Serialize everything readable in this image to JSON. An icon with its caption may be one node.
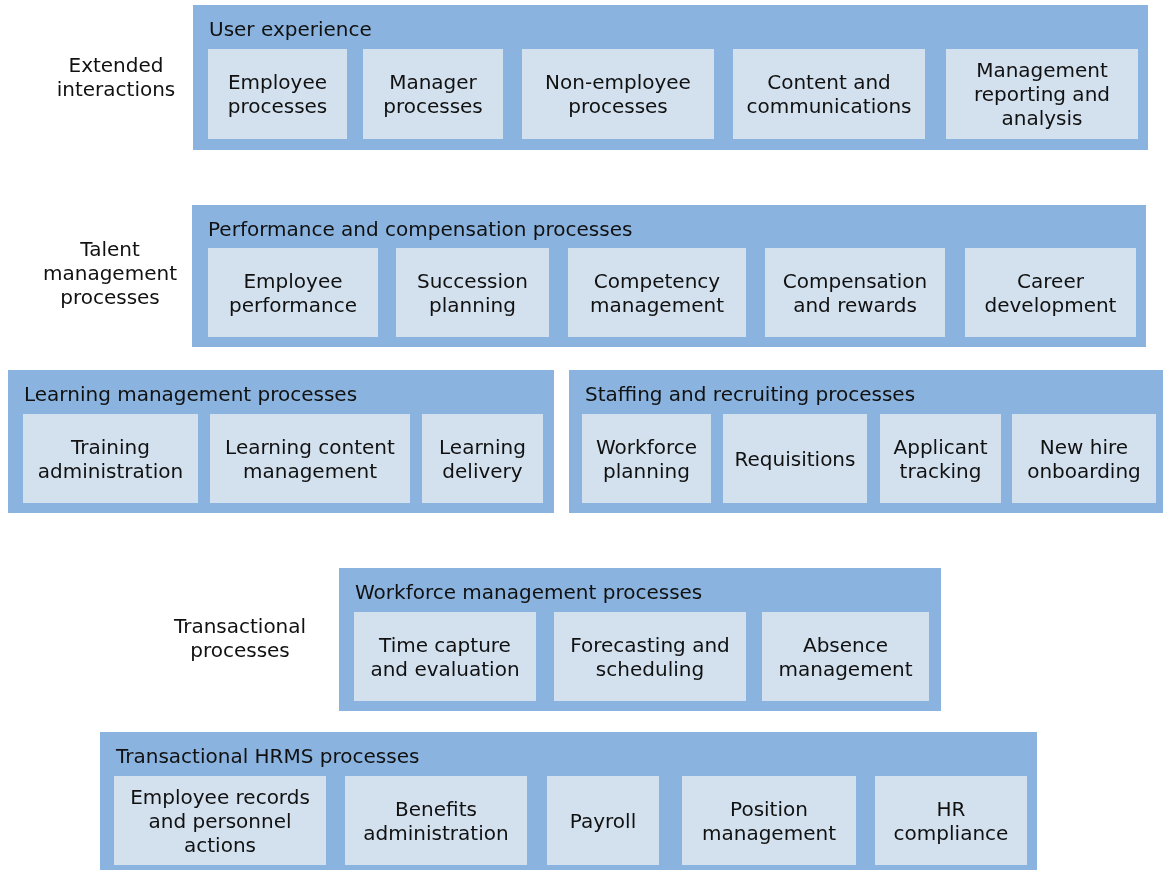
{
  "diagram": {
    "nodes": [
      {
        "text": [
          "User experience"
        ]
      },
      {
        "text": [
          "Employee processes"
        ],
        "in": 0
      },
      {
        "text": [
          "Manager processes"
        ],
        "in": 0
      },
      {
        "text": [
          "Non-employee processes"
        ],
        "in": 0
      },
      {
        "text": [
          "Content and communications"
        ],
        "in": 0
      },
      {
        "text": [
          "Management reporting and analysis"
        ],
        "in": 0
      },
      {
        "text": [
          "Performance and compensation processes"
        ]
      },
      {
        "text": [
          "Employee performance"
        ],
        "in": 6
      },
      {
        "text": [
          "Succession planning"
        ],
        "in": 6
      },
      {
        "text": [
          "Competency management"
        ],
        "in": 6
      },
      {
        "text": [
          "Compensation and rewards"
        ],
        "in": 6
      },
      {
        "text": [
          "Career development"
        ],
        "in": 6
      },
      {
        "text": [
          "Learning management processes"
        ]
      },
      {
        "text": [
          "Training administration"
        ],
        "in": 12
      },
      {
        "text": [
          "Learning content management"
        ],
        "in": 12
      },
      {
        "text": [
          "Learning delivery"
        ],
        "in": 12
      },
      {
        "text": [
          "Staffing and recruiting processes"
        ]
      },
      {
        "text": [
          "Workforce planning"
        ],
        "in": 16
      },
      {
        "text": [
          "Requisitions"
        ],
        "in": 16
      },
      {
        "text": [
          "Applicant tracking"
        ],
        "in": 16
      },
      {
        "text": [
          "New hire onboarding"
        ],
        "in": 16
      },
      {
        "text": [
          "Workforce management processes"
        ]
      },
      {
        "text": [
          "Time capture and evaluation"
        ],
        "in": 21
      },
      {
        "text": [
          "Forecasting and scheduling"
        ],
        "in": 21
      },
      {
        "text": [
          "Absence management"
        ],
        "in": 21
      },
      {
        "text": [
          "Transactional HRMS processes"
        ]
      },
      {
        "text": [
          "Employee records and personnel actions"
        ],
        "in": 25
      },
      {
        "text": [
          "Benefits administration"
        ],
        "in": 25
      },
      {
        "text": [
          "Payroll"
        ],
        "in": 25
      },
      {
        "text": [
          "Position management"
        ],
        "in": 25
      },
      {
        "text": [
          "HR compliance"
        ],
        "in": 25
      }
    ],
    "labels": [
      "Extended interactions",
      "Talent management processes",
      "Transactional processes"
    ]
  }
}
